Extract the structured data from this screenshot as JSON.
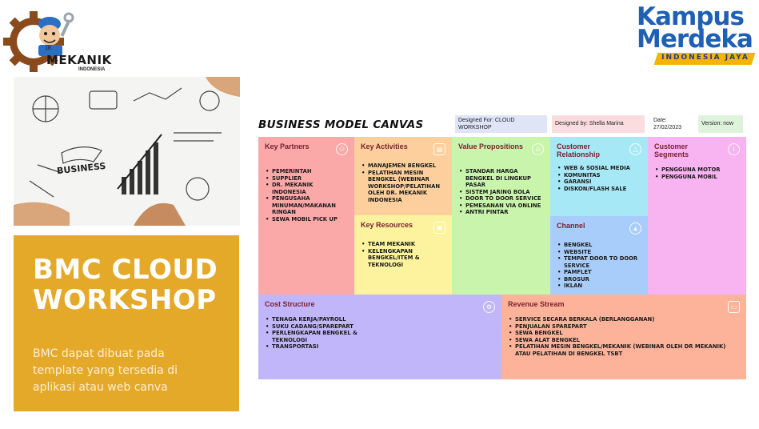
{
  "logos": {
    "left_brand": "MEKANIK",
    "left_prefix": "dr.",
    "left_sub": "INDONESIA",
    "right_line1": "Kampus",
    "right_line2": "Merdeka",
    "right_band": "INDONESIA JAYA"
  },
  "photo": {
    "word": "BUSINESS"
  },
  "title_box": {
    "title": "BMC CLOUD WORKSHOP",
    "description": "BMC dapat dibuat pada template yang tersedia di aplikasi atau web canva"
  },
  "canvas": {
    "title": "BUSINESS MODEL CANVAS",
    "designed_for": "Designed For: CLOUD WORKSHOP",
    "designed_by": "Designed by: Shella Marina",
    "date": "Date: 27/02/2023",
    "version": "Version: now",
    "key_partners": {
      "title": "Key Partners",
      "icon": "partners-icon",
      "items": [
        "Pemerintah",
        "Supplier",
        "Dr. Mekanik Indonesia",
        "Pengusaha Minuman/Makanan Ringan",
        "Sewa mobil pick up"
      ]
    },
    "key_activities": {
      "title": "Key Activities",
      "icon": "activities-icon",
      "items": [
        "Manajemen Bengkel",
        "Pelatihan Mesin Bengkel (Webinar workshop/pelatihan oleh Dr. Mekanik Indonesia"
      ]
    },
    "key_resources": {
      "title": "Key Resources",
      "icon": "resources-icon",
      "items": [
        "Team Mekanik",
        "Kelengkapan Bengkel/Item & Teknologi"
      ]
    },
    "value_propositions": {
      "title": "Value Propositions",
      "icon": "value-icon",
      "items": [
        "Standar Harga Bengkel di Lingkup Pasar",
        "Sistem Jaring Bola",
        "Door to Door Service",
        "Pemesanan via Online",
        "Antri Pintar"
      ]
    },
    "customer_relationship": {
      "title": "Customer Relationship",
      "icon": "relationship-icon",
      "items": [
        "Web & Sosial Media",
        "Komunitas",
        "Garansi",
        "Diskon/Flash Sale"
      ]
    },
    "channel": {
      "title": "Channel",
      "icon": "channel-icon",
      "items": [
        "Bengkel",
        "Website",
        "Tempat Door to Door Service",
        "Pamflet",
        "Brosur",
        "Iklan"
      ]
    },
    "customer_segments": {
      "title": "Customer Segments",
      "icon": "segments-icon",
      "items": [
        "Pengguna Motor",
        "Pengguna Mobil"
      ]
    },
    "cost_structure": {
      "title": "Cost Structure",
      "icon": "cost-icon",
      "items": [
        "Tenaga Kerja/Payroll",
        "Suku Cadang/Sparepart",
        "Perlengkapan Bengkel & Teknologi",
        "Transportasi"
      ]
    },
    "revenue_stream": {
      "title": "Revenue Stream",
      "icon": "revenue-icon",
      "items": [
        "Service Secara Berkala (Berlangganan)",
        "Penjualan Sparepart",
        "Sewa Bengkel",
        "Sewa Alat Bengkel",
        "Pelatihan Mesin Bengkel/Mekanik (Webinar oleh Dr Mekanik) atau Pelatihan di Bengkel TSBT"
      ]
    }
  }
}
